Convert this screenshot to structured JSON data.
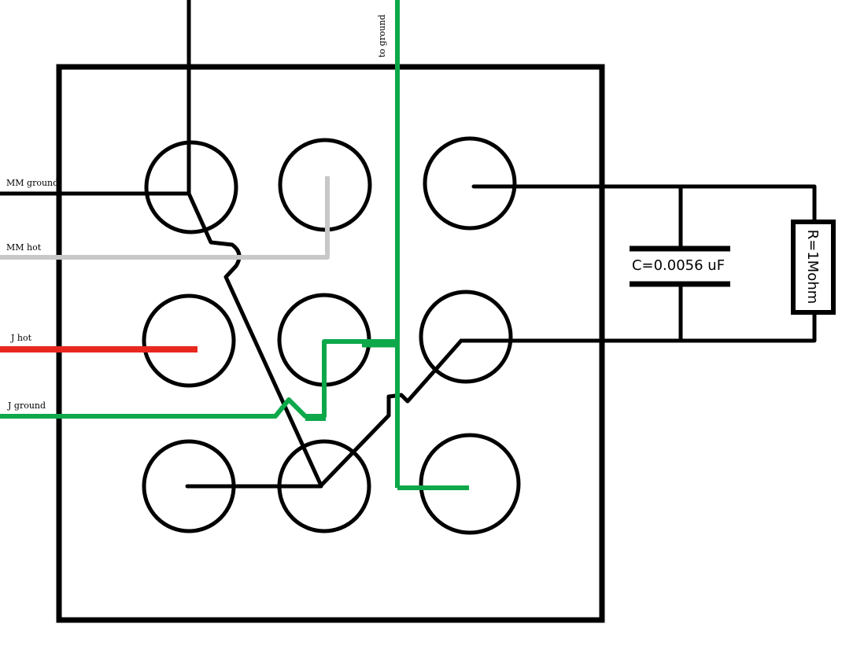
{
  "labels": {
    "mm_ground": "MM ground",
    "mm_hot": "MM hot",
    "j_hot": "J hot",
    "j_ground": "J ground",
    "to_ground": "to ground"
  },
  "components": {
    "capacitor": "C=0.0056 uF",
    "resistor": "R=1Mohm"
  },
  "colors": {
    "wire": "#000000",
    "mm_hot_wire": "#c8c8c8",
    "j_hot_wire": "#e8281e",
    "ground_wire": "#0da84a"
  }
}
